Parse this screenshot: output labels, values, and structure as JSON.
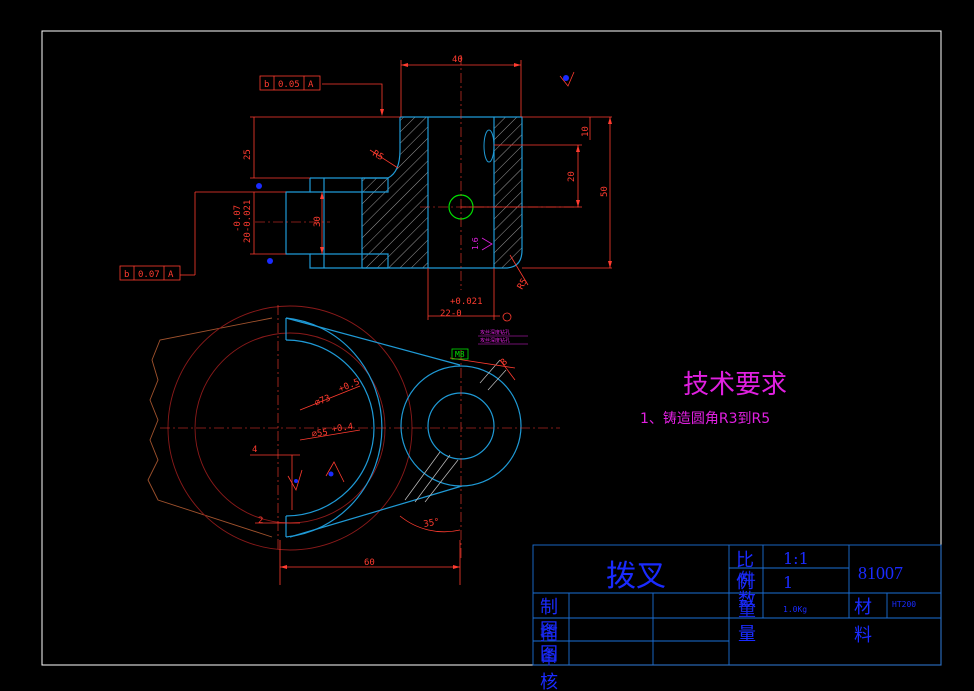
{
  "colors": {
    "background": "#000000",
    "frame": "#ffffff",
    "outline": "#1f9ad6",
    "dimension": "#ff3b2f",
    "title_block": "#1a2bff",
    "note": "#e020e0",
    "highlight": "#00e000",
    "hatch": "#c0c0c0"
  },
  "front_view": {
    "dims": {
      "top_width": "40",
      "h25": "25",
      "h10": "10",
      "h20": "20",
      "h50": "50",
      "h30": "30",
      "r5_top": "R5",
      "r5_bottom": "R5",
      "tol_upper": "-0.07",
      "tol_lower": "20-0.021",
      "bottom_base": "22-0",
      "bottom_tol": "+0.021",
      "roughness": "1.6"
    },
    "tolerance_frames": [
      {
        "symbol": "b",
        "value": "0.05",
        "datum": "A"
      },
      {
        "symbol": "b",
        "value": "0.07",
        "datum": "A"
      }
    ]
  },
  "top_view": {
    "dims": {
      "bottom_width": "60",
      "d73": "∅73",
      "d73_tol": "+0.5",
      "d55": "∅55",
      "d55_tol": "+0.4",
      "small4": "4",
      "small2": "2",
      "angle35": "35°",
      "m8": "M8",
      "d8": "8"
    },
    "thread_note": [
      "攻丝深度钻孔",
      "攻丝深度钻孔"
    ]
  },
  "tech_requirements": {
    "title": "技术要求",
    "items": [
      "1、铸造圆角R3到R5"
    ]
  },
  "title_block": {
    "part_name": "拨叉",
    "labels": {
      "scale": "比",
      "scale2": "例",
      "qty": "件",
      "qty2": "数",
      "weight": "重",
      "weight2": "量",
      "material": "材",
      "material2": "料",
      "draw": "制",
      "draw2": "图",
      "design": "描",
      "design2": "图",
      "check": "审",
      "check2": "核"
    },
    "scale_value": "1:1",
    "qty_value": "1",
    "weight_value": "1.0Kg",
    "drawing_no": "81007",
    "material_value": "HT200"
  }
}
